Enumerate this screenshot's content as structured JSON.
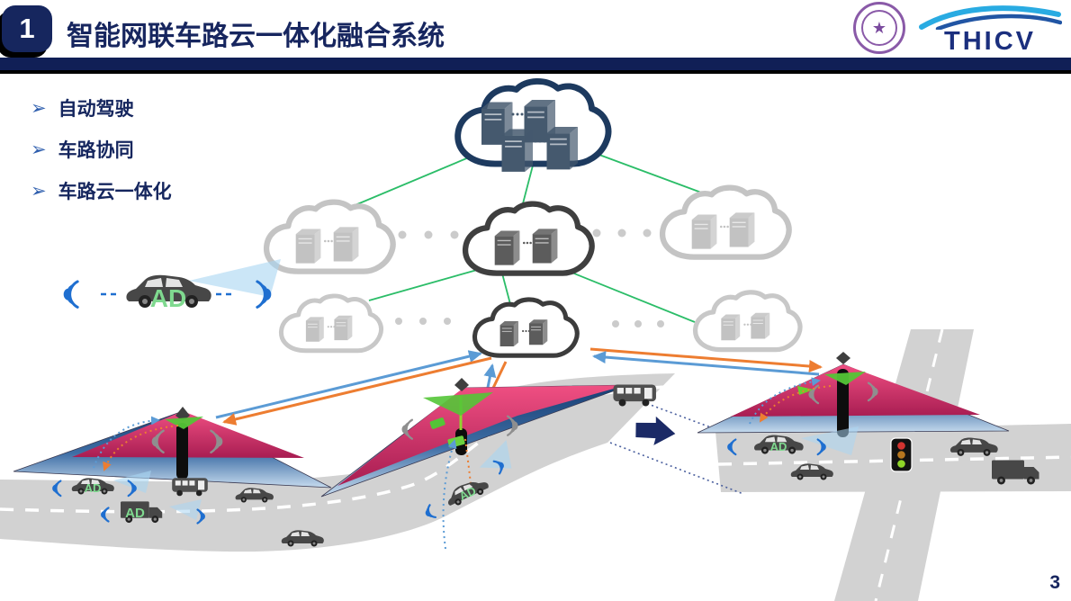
{
  "slide": {
    "badge": "1",
    "title": "智能网联车路云一体化融合系统",
    "page_number": "3"
  },
  "logos": {
    "thicv": "THICV",
    "seal_star": "★"
  },
  "bullets": [
    {
      "marker": "➢",
      "label": "自动驾驶"
    },
    {
      "marker": "➢",
      "label": "车路协同"
    },
    {
      "marker": "➢",
      "label": "车路云一体化"
    }
  ],
  "diagram": {
    "ad_label": "AD",
    "colors": {
      "title_navy": "#17265f",
      "cloud_link_green": "#2bbd68",
      "upload_blue": "#5b9bd5",
      "download_orange": "#ed7d31",
      "coverage_pink": "#d6336c",
      "coverage_blue": "#1d4a86",
      "road_gray": "#d2d2d2",
      "ad_text_green": "#7fd98f",
      "wifi_blue": "#1f6fd0"
    },
    "traffic_light": {
      "red": "#d23430",
      "amber": "#b5761f",
      "green": "#8fd428"
    }
  }
}
